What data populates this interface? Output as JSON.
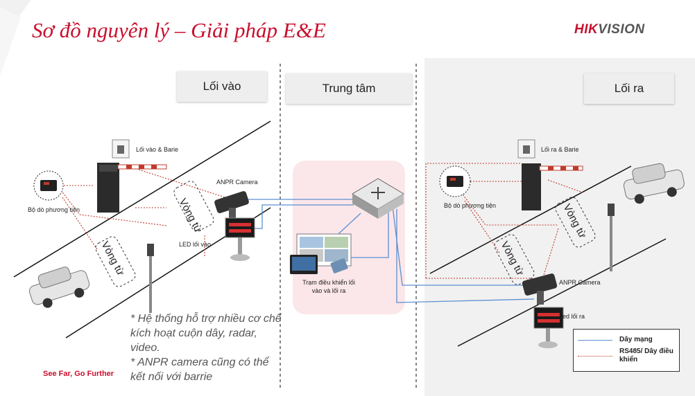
{
  "header": {
    "title": "Sơ đồ nguyên lý – Giải pháp E&E",
    "logo_brand": "HIK",
    "logo_rest": "VISION"
  },
  "zones": {
    "entry": "Lối vào",
    "center": "Trung tâm",
    "exit": "Lối ra"
  },
  "labels": {
    "entry_barrier": "Lối vào & Barie",
    "exit_barrier": "Lối ra & Barie",
    "vehicle_detector_left": "Bộ dò phương tiện",
    "vehicle_detector_right": "Bộ dò phương tiện",
    "anpr_left": "ANPR Camera",
    "anpr_right": "ANPR Camera",
    "led_entry": "LED lối vào",
    "led_exit": "Led lối ra",
    "station_line1": "Trạm điều khiển lối",
    "station_line2": "vào và lối ra",
    "loop1": "Vòng từ",
    "loop2": "Vòng từ",
    "loop3": "Vòng từ",
    "loop4": "Vòng từ"
  },
  "notes": {
    "line1": "* Hệ thống hỗ trợ nhiều cơ chế kích hoạt cuộn dây, radar, video.",
    "line2": "* ANPR camera cũng có thể kết nối với barrie"
  },
  "slogan": "See Far, Go Further",
  "legend": {
    "network": "Dây mạng",
    "rs485": "RS485/ Dây điều khiển"
  },
  "colors": {
    "brand_red": "#c8102e",
    "network_line": "#5a8fd0",
    "control_line": "#c0392b"
  }
}
